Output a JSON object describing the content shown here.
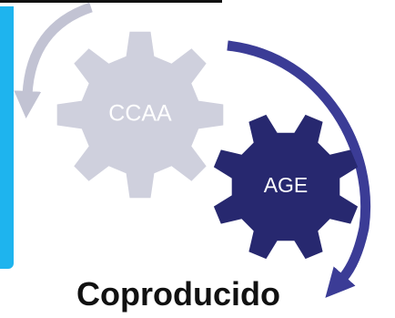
{
  "gears": {
    "regional": {
      "label": "CCAA",
      "color": "#cfd0dd"
    },
    "central": {
      "label": "AGE",
      "color": "#27286f"
    }
  },
  "arrows": {
    "left_color": "#c2c3d3",
    "right_color": "#3b3c96"
  },
  "caption": "Coproducido",
  "colors": {
    "side_bar": "#1eb4ee",
    "text": "#111111",
    "gear_text": "#ffffff"
  }
}
